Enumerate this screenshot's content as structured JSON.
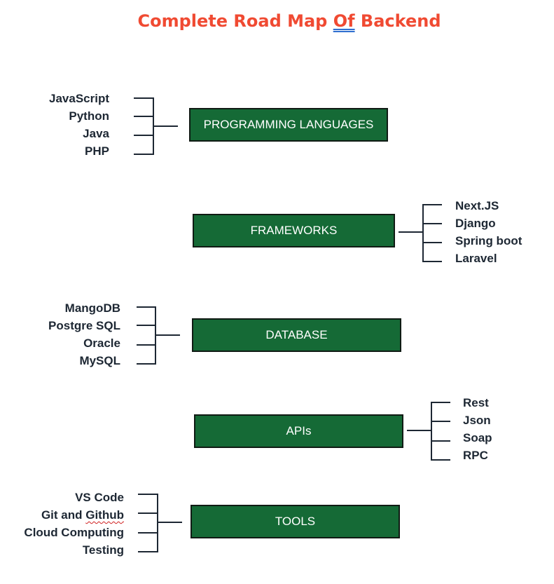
{
  "title": {
    "part1": "Complete Road Map ",
    "part2": "Of",
    "part3": " Backend"
  },
  "nodes": {
    "programming_languages": {
      "label": "PROGRAMMING LANGUAGES",
      "items": [
        "JavaScript",
        "Python",
        "Java",
        "PHP"
      ]
    },
    "frameworks": {
      "label": "FRAMEWORKS",
      "items": [
        "Next.JS",
        "Django",
        "Spring boot",
        "Laravel"
      ]
    },
    "database": {
      "label": "DATABASE",
      "items": [
        "MangoDB",
        "Postgre SQL",
        "Oracle",
        "MySQL"
      ]
    },
    "apis": {
      "label": "APIs",
      "items": [
        "Rest",
        "Json",
        "Soap",
        "RPC"
      ]
    },
    "tools": {
      "label": "TOOLS",
      "items": [
        "VS Code",
        "Git and Github",
        "Cloud Computing",
        "Testing"
      ],
      "item1_parts": [
        "Git and ",
        "Github"
      ]
    }
  },
  "colors": {
    "title": "#f04a32",
    "node_fill": "#156a36",
    "node_border": "#101b14",
    "text": "#1d2733",
    "connector": "#1d2733"
  }
}
